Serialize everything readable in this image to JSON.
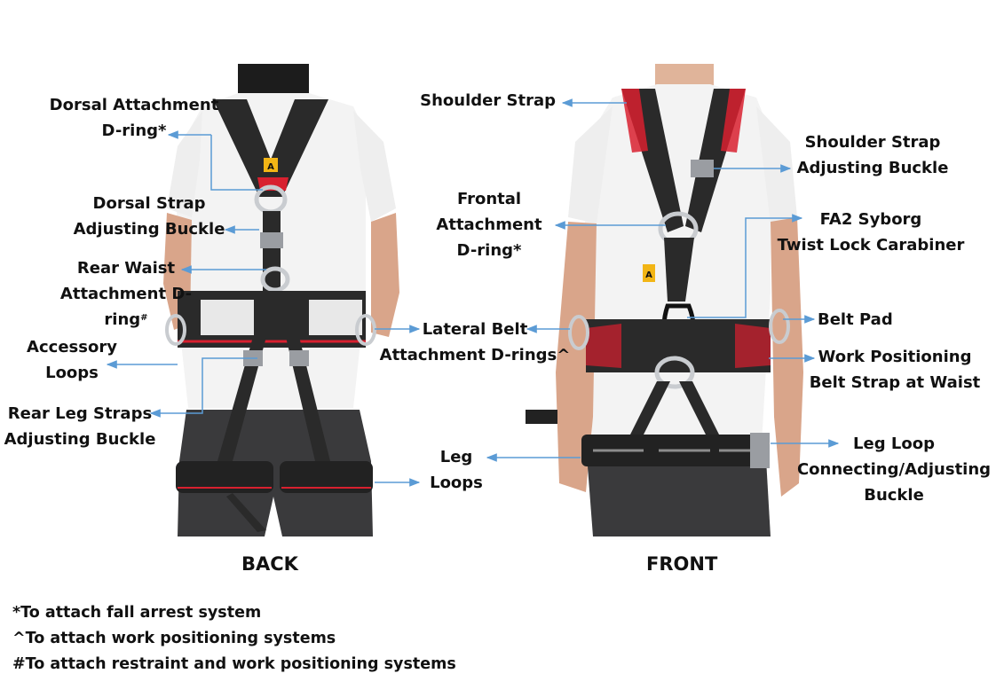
{
  "colors": {
    "arrow": "#5b9bd5",
    "webbing": "#2a2a2a",
    "accent_red": "#d8202f",
    "tag_yellow": "#f2b515",
    "skin": "#d9a58a",
    "shirt": "#f2f2f2",
    "jeans": "#3a3a3c",
    "metal": "#c9ccd0"
  },
  "icons": [
    "harness-back-figure",
    "harness-front-figure",
    "d-ring-icon",
    "buckle-icon",
    "carabiner-icon",
    "arrow-icon"
  ],
  "views": {
    "back": "BACK",
    "front": "FRONT"
  },
  "labels": {
    "dorsal_dring": [
      "Dorsal Attachment",
      "D-ring*"
    ],
    "dorsal_strap": [
      "Dorsal Strap",
      "Adjusting Buckle"
    ],
    "rear_waist": [
      "Rear Waist",
      "Attachment D-",
      "ring"
    ],
    "rear_waist_mark": "#",
    "accessory": [
      "Accessory",
      "Loops"
    ],
    "rear_leg": [
      "Rear Leg Straps",
      "Adjusting Buckle"
    ],
    "shoulder_strap": [
      "Shoulder Strap"
    ],
    "frontal": [
      "Frontal",
      "Attachment",
      "D-ring*"
    ],
    "lateral": [
      "Lateral Belt",
      "Attachment D-rings^"
    ],
    "leg_loops": [
      "Leg",
      "Loops"
    ],
    "shoulder_buckle": [
      "Shoulder Strap",
      "Adjusting Buckle"
    ],
    "carabiner": [
      "FA2 Syborg",
      "Twist Lock Carabiner"
    ],
    "belt_pad": [
      "Belt Pad"
    ],
    "work_pos": [
      "Work Positioning",
      "Belt Strap at Waist"
    ],
    "leg_loop_buckle": [
      "Leg Loop",
      "Connecting/Adjusting",
      "Buckle"
    ]
  },
  "tag_letter": "A",
  "notes": [
    "*To attach fall arrest system",
    "^To attach work positioning systems",
    "#To attach restraint and work positioning systems"
  ]
}
